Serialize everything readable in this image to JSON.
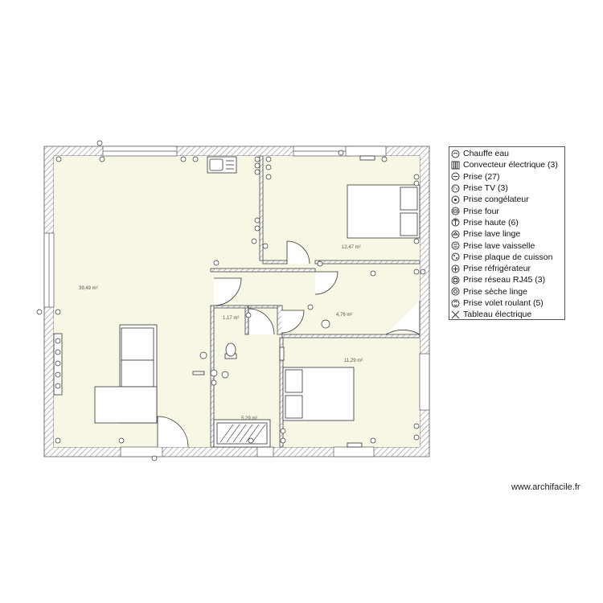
{
  "rooms": [
    {
      "id": "living",
      "area": "39,49 m²"
    },
    {
      "id": "bedroom1",
      "area": "12,47 m²"
    },
    {
      "id": "wc",
      "area": "1,17 m²"
    },
    {
      "id": "hall",
      "area": "4,76 m²"
    },
    {
      "id": "bedroom2",
      "area": "11,29 m²"
    },
    {
      "id": "bathroom",
      "area": "5,29 m²"
    }
  ],
  "legend": [
    {
      "icon": "chauffe-eau-icon",
      "label": "Chauffe eau"
    },
    {
      "icon": "convecteur-icon",
      "label": "Convecteur électrique (3)"
    },
    {
      "icon": "prise-icon",
      "label": "Prise (27)"
    },
    {
      "icon": "prise-tv-icon",
      "label": "Prise TV (3)"
    },
    {
      "icon": "prise-congelateur-icon",
      "label": "Prise congélateur"
    },
    {
      "icon": "prise-four-icon",
      "label": "Prise four"
    },
    {
      "icon": "prise-haute-icon",
      "label": "Prise haute (6)"
    },
    {
      "icon": "prise-lave-linge-icon",
      "label": "Prise lave linge"
    },
    {
      "icon": "prise-lave-vaisselle-icon",
      "label": "Prise lave vaisselle"
    },
    {
      "icon": "prise-plaque-icon",
      "label": "Prise plaque de cuisson"
    },
    {
      "icon": "prise-refrigerateur-icon",
      "label": "Prise réfrigérateur"
    },
    {
      "icon": "prise-rj45-icon",
      "label": "Prise réseau RJ45 (3)"
    },
    {
      "icon": "prise-seche-linge-icon",
      "label": "Prise sèche linge"
    },
    {
      "icon": "prise-volet-icon",
      "label": "Prise volet roulant (5)"
    },
    {
      "icon": "tableau-electrique-icon",
      "label": "Tableau électrique"
    }
  ],
  "watermark": "www.archifacile.fr",
  "colors": {
    "floor": "#f8f6e4",
    "wall_hatch": "#9a9a9a",
    "line": "#333333"
  }
}
